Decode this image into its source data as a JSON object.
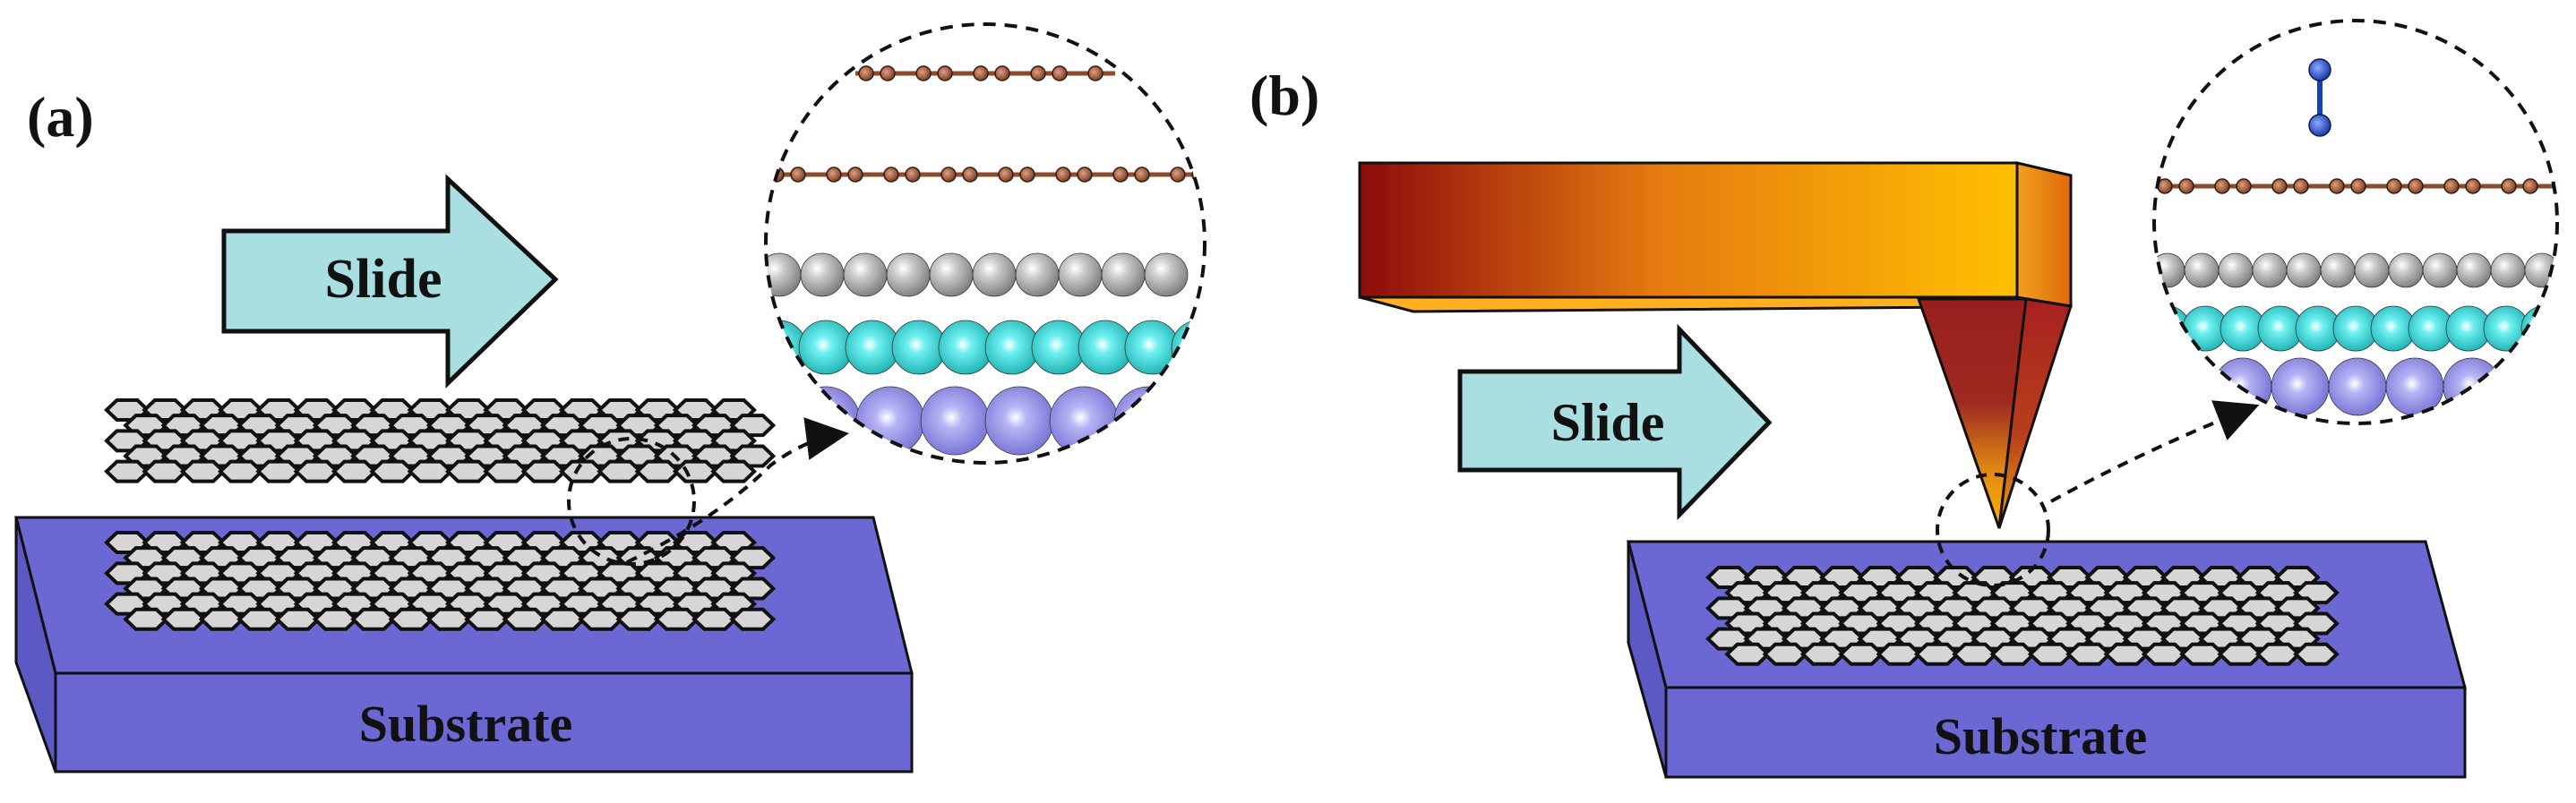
{
  "panel_a": {
    "label": "(a)",
    "arrow_label": "Slide",
    "substrate_label": "Substrate"
  },
  "panel_b": {
    "label": "(b)",
    "arrow_label": "Slide",
    "substrate_label": "Substrate"
  },
  "colors": {
    "substrate": "#6b67d3",
    "arrow": "#a9dfe1",
    "hexagon": "#d6d6d6",
    "chain": "#8b4c2c",
    "gray_atom": "#a9a9a9",
    "cyan_atom": "#1ec9c9",
    "violet_atom": "#8c89e6",
    "molecule": "#1840b8"
  }
}
